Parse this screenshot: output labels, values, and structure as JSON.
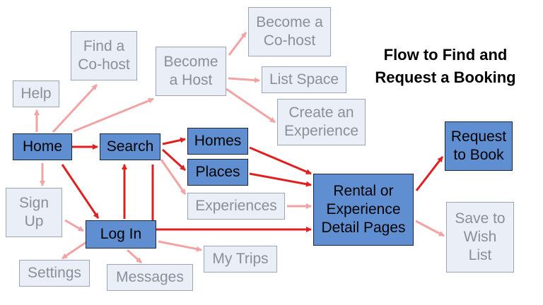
{
  "title": "Flow to Find and\nRequest a Booking",
  "colors": {
    "primary_arrow": "#e02020",
    "secondary_arrow": "#f2a3a3",
    "main_box": "#5f8fd0",
    "dim_box": "#e9eef7"
  },
  "nodes": {
    "home": "Home",
    "search": "Search",
    "homes": "Homes",
    "places": "Places",
    "experiences": "Experiences",
    "rental_detail": "Rental or\nExperience\nDetail Pages",
    "request_to_book": "Request\nto Book",
    "save_to_wish_list": "Save to\nWish\nList",
    "log_in": "Log In",
    "sign_up": "Sign\nUp",
    "help": "Help",
    "find_cohost": "Find a\nCo-host",
    "become_host": "Become\na Host",
    "become_cohost": "Become a\nCo-host",
    "list_space": "List Space",
    "create_experience": "Create an\nExperience",
    "settings": "Settings",
    "messages": "Messages",
    "my_trips": "My Trips"
  },
  "edges": [
    {
      "from": "home",
      "to": "search",
      "style": "primary"
    },
    {
      "from": "home",
      "to": "log_in",
      "style": "primary"
    },
    {
      "from": "log_in",
      "to": "search",
      "style": "primary"
    },
    {
      "from": "search",
      "to": "homes",
      "style": "primary"
    },
    {
      "from": "search",
      "to": "places",
      "style": "primary"
    },
    {
      "from": "search",
      "to": "rental_detail",
      "style": "primary"
    },
    {
      "from": "homes",
      "to": "rental_detail",
      "style": "primary"
    },
    {
      "from": "places",
      "to": "rental_detail",
      "style": "primary"
    },
    {
      "from": "rental_detail",
      "to": "request_to_book",
      "style": "primary"
    },
    {
      "from": "home",
      "to": "help",
      "style": "secondary"
    },
    {
      "from": "home",
      "to": "find_cohost",
      "style": "secondary"
    },
    {
      "from": "home",
      "to": "become_host",
      "style": "secondary"
    },
    {
      "from": "home",
      "to": "sign_up",
      "style": "secondary"
    },
    {
      "from": "become_host",
      "to": "become_cohost",
      "style": "secondary"
    },
    {
      "from": "become_host",
      "to": "list_space",
      "style": "secondary"
    },
    {
      "from": "become_host",
      "to": "create_experience",
      "style": "secondary"
    },
    {
      "from": "search",
      "to": "experiences",
      "style": "secondary"
    },
    {
      "from": "experiences",
      "to": "rental_detail",
      "style": "secondary"
    },
    {
      "from": "rental_detail",
      "to": "save_to_wish_list",
      "style": "secondary"
    },
    {
      "from": "sign_up",
      "to": "log_in",
      "style": "secondary"
    },
    {
      "from": "log_in",
      "to": "settings",
      "style": "secondary"
    },
    {
      "from": "log_in",
      "to": "messages",
      "style": "secondary"
    },
    {
      "from": "log_in",
      "to": "my_trips",
      "style": "secondary"
    }
  ]
}
